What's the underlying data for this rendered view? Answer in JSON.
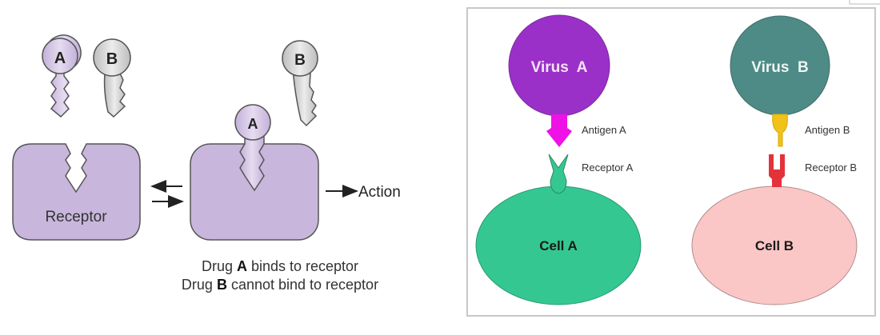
{
  "left_panel": {
    "key_a_label": "A",
    "key_b_label": "B",
    "bound_key_a_label": "A",
    "free_key_b_label": "B",
    "receptor_label": "Receptor",
    "action_label": "Action",
    "caption_line1": {
      "prefix": "Drug ",
      "bold": "A",
      "suffix": " binds to receptor"
    },
    "caption_line2": {
      "prefix": "Drug ",
      "bold": "B",
      "suffix": " cannot bind to receptor"
    },
    "colors": {
      "receptor": "#c8b6dc",
      "key_a": "#d3c4e6",
      "key_b": "#d4d4d4",
      "outline": "#555555"
    }
  },
  "right_panel": {
    "virus_a_label": "Virus  A",
    "virus_b_label": "Virus  B",
    "antigen_a_label": "Antigen A",
    "antigen_b_label": "Antigen B",
    "receptor_a_label": "Receptor A",
    "receptor_b_label": "Receptor B",
    "cell_a_label": "Cell A",
    "cell_b_label": "Cell B",
    "colors": {
      "virus_a": "#9b30c8",
      "virus_b": "#4e8a86",
      "antigen_a": "#ee12e6",
      "antigen_b": "#f1c21a",
      "receptor_a": "#34c792",
      "receptor_b": "#e3323a",
      "cell_a": "#34c792",
      "cell_b": "#fbc6c6"
    }
  }
}
